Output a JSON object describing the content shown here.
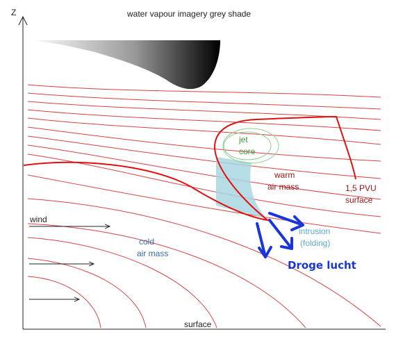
{
  "axis": {
    "z_label": "Z"
  },
  "title": "water vapour imagery grey shade",
  "labels": {
    "wind": "wind",
    "jet_line1": "jet",
    "jet_line2": "core",
    "warm_line1": "warm",
    "warm_line2": "air mass",
    "pvu_line1": "1,5 PVU",
    "pvu_line2": "surface",
    "intrusion_line1": "intrusion",
    "intrusion_line2": "(folding)",
    "cold_line1": "cold",
    "cold_line2": "air mass",
    "droge": "Droge lucht",
    "surface": "surface"
  },
  "colors": {
    "isentrope": "#d84040",
    "pvu_surface": "#e01010",
    "intrusion_fill": "#a9d6e0",
    "jet_rings": "#8fcf8f",
    "dry_air_arrows": "#1a35d8"
  }
}
